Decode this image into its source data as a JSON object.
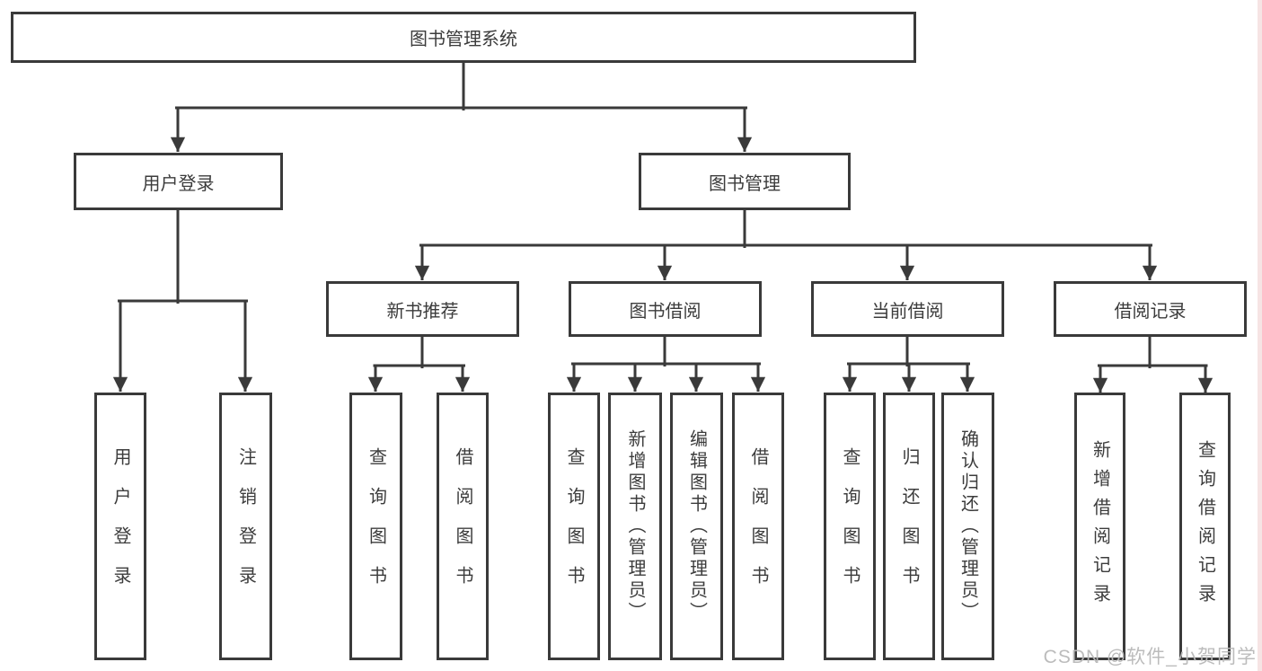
{
  "tree": {
    "root": {
      "label": "图书管理系统"
    },
    "level2": [
      {
        "label": "用户登录"
      },
      {
        "label": "图书管理"
      }
    ],
    "level3": [
      {
        "label": "新书推荐"
      },
      {
        "label": "图书借阅"
      },
      {
        "label": "当前借阅"
      },
      {
        "label": "借阅记录"
      }
    ],
    "leaves": {
      "user_login": [
        "用户登录",
        "注销登录"
      ],
      "new_book_recommend": [
        "查询图书",
        "借阅图书"
      ],
      "book_borrow": [
        "查询图书",
        "新增图书（管理员）",
        "编辑图书（管理员）",
        "借阅图书"
      ],
      "current_borrow": [
        "查询图书",
        "归还图书",
        "确认归还（管理员）"
      ],
      "borrow_records": [
        "新增借阅记录",
        "查询借阅记录"
      ]
    }
  },
  "watermark": "CSDN @软件_小贺同学",
  "colors": {
    "line": "#3a3a3a",
    "text": "#3c3c3c",
    "watermark": "#b8b8b8",
    "edge_strip": "#f6e4e4"
  }
}
